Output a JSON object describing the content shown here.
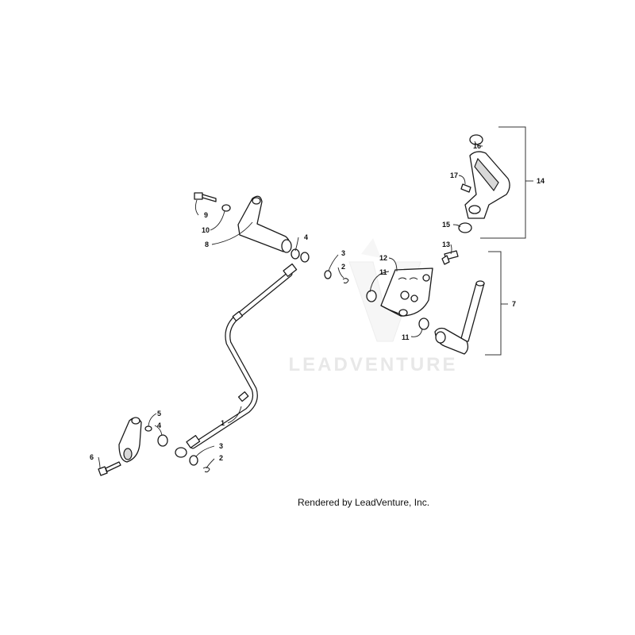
{
  "callouts": {
    "p1": "1",
    "p2a": "2",
    "p2b": "2",
    "p3a": "3",
    "p3b": "3",
    "p4a": "4",
    "p4b": "4",
    "p5": "5",
    "p6": "6",
    "p7": "7",
    "p8": "8",
    "p9": "9",
    "p10": "10",
    "p11a": "11",
    "p11b": "11",
    "p12": "12",
    "p13": "13",
    "p14": "14",
    "p15": "15",
    "p16": "16",
    "p17": "17"
  },
  "watermark": {
    "text": "LEADVENTURE"
  },
  "footer": {
    "text": "Rendered by LeadVenture, Inc."
  }
}
